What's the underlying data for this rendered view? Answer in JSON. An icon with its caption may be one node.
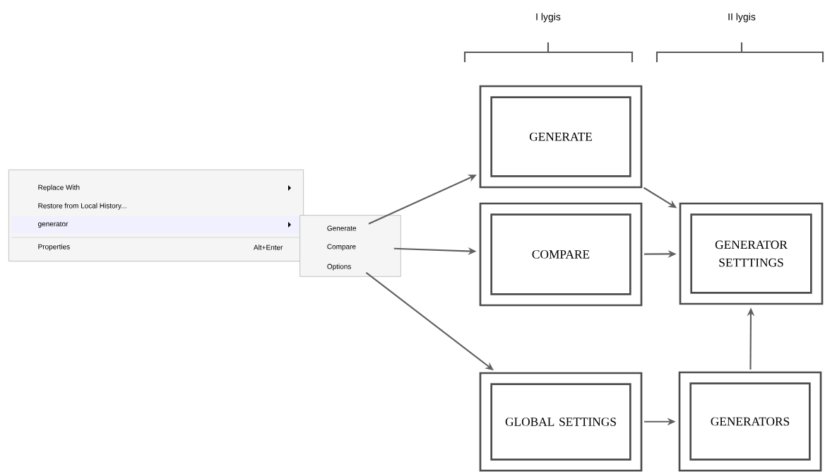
{
  "diagram": {
    "nodes": [
      {
        "text": [
          "Replace With",
          "Restore from Local History...",
          "generator",
          "Properties",
          "Alt+Enter"
        ]
      },
      {
        "text": [],
        "shape": "box"
      },
      {
        "text": [
          "Generate"
        ],
        "in": 1
      },
      {
        "text": [
          "Compare"
        ],
        "in": 1
      },
      {
        "text": [
          "Options"
        ],
        "in": 1
      },
      {
        "text": [
          "GENERATE"
        ]
      },
      {
        "text": [
          "COMPARE"
        ]
      },
      {
        "text": [
          "GLOBAL SETTINGS"
        ]
      },
      {
        "text": [
          "GENERATOR SETTTINGS"
        ]
      },
      {
        "text": [
          "GENERATORS"
        ]
      }
    ],
    "edges": [
      {
        "from": 2,
        "to": 5,
        "arrow": "to"
      },
      {
        "from": 3,
        "to": 6,
        "arrow": "to"
      },
      {
        "from": 4,
        "to": 7,
        "arrow": "to"
      },
      {
        "from": 5,
        "to": 8,
        "arrow": "to"
      },
      {
        "from": 6,
        "to": 8,
        "arrow": "to"
      },
      {
        "from": 7,
        "to": 9,
        "arrow": "to"
      },
      {
        "from": 9,
        "to": 8,
        "arrow": "to"
      }
    ],
    "labels": [
      "I lygis",
      "II lygis"
    ]
  }
}
